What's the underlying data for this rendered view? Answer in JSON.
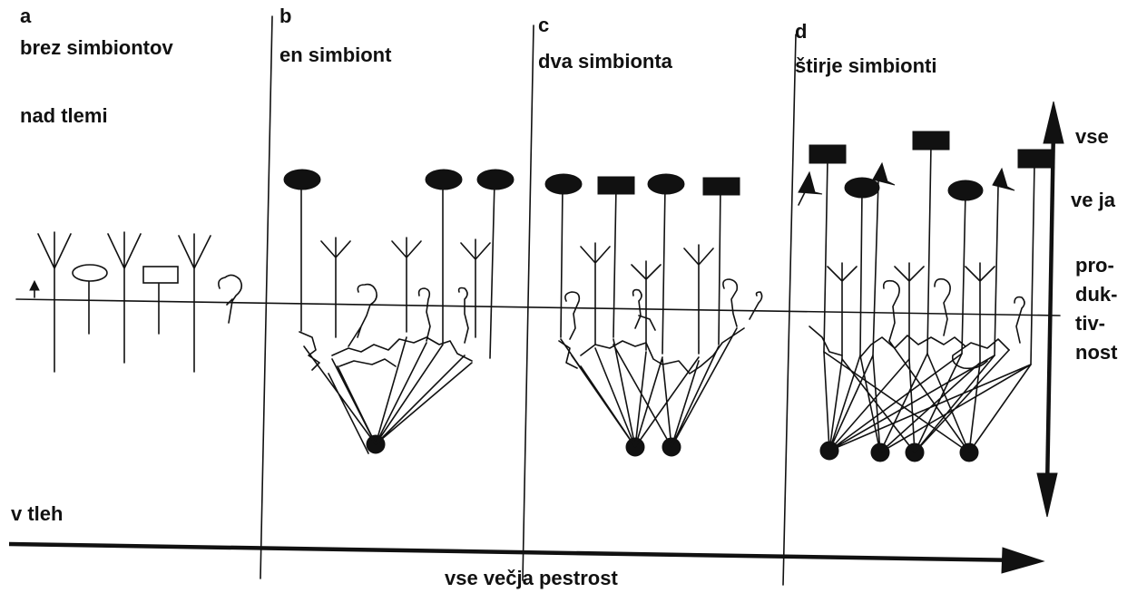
{
  "panels": [
    {
      "letter": "a",
      "title": "brez simbiontov"
    },
    {
      "letter": "b",
      "title": "en simbiont"
    },
    {
      "letter": "c",
      "title": "dva simbionta"
    },
    {
      "letter": "d",
      "title": "štirje simbionti"
    }
  ],
  "labels": {
    "above_ground": "nad tlemi",
    "below_ground": "v tleh",
    "diversity": "vse večja pestrost",
    "productivity": [
      "vse",
      "ve ja",
      "pro-",
      "duk-",
      "tiv-",
      "nost"
    ]
  },
  "colors": {
    "ink": "#111111",
    "background": "#ffffff"
  }
}
